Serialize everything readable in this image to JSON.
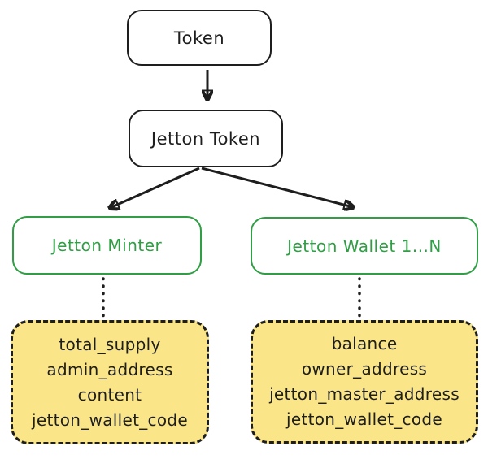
{
  "diagram": {
    "title": "Jetton token contracts structure diagram",
    "nodes": {
      "token": {
        "label": "Token"
      },
      "jetton_token": {
        "label": "Jetton Token"
      },
      "jetton_minter": {
        "label": "Jetton Minter"
      },
      "jetton_wallet": {
        "label": "Jetton Wallet 1...N"
      },
      "minter_fields": {
        "lines": [
          "total_supply",
          "admin_address",
          "content",
          "jetton_wallet_code"
        ]
      },
      "wallet_fields": {
        "lines": [
          "balance",
          "owner_address",
          "jetton_master_address",
          "jetton_wallet_code"
        ]
      }
    },
    "edges": [
      {
        "from": "token",
        "to": "jetton_token",
        "style": "solid-arrow"
      },
      {
        "from": "jetton_token",
        "to": "jetton_minter",
        "style": "solid-arrow"
      },
      {
        "from": "jetton_token",
        "to": "jetton_wallet",
        "style": "solid-arrow"
      },
      {
        "from": "jetton_minter",
        "to": "minter_fields",
        "style": "dotted"
      },
      {
        "from": "jetton_wallet",
        "to": "wallet_fields",
        "style": "dotted"
      }
    ]
  },
  "colors": {
    "stroke": "#1e1e1e",
    "green": "#2f9e44",
    "yellow": "#fae588",
    "bg": "#ffffff"
  }
}
